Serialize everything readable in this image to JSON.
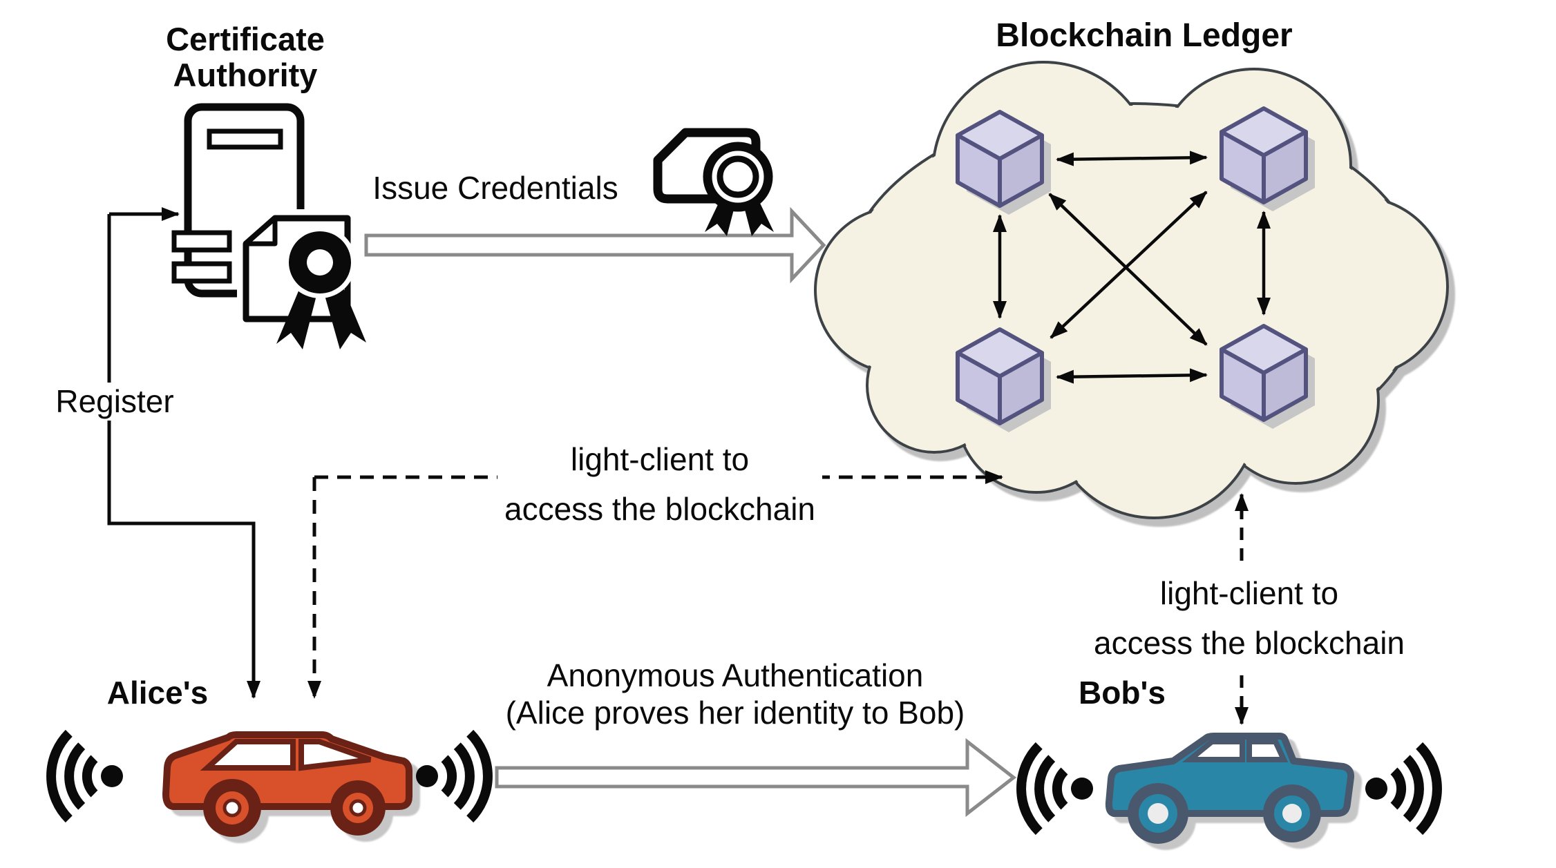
{
  "diagram": {
    "certificate_authority": {
      "title_line1": "Certificate",
      "title_line2": "Authority"
    },
    "blockchain_ledger": {
      "title": "Blockchain Ledger"
    },
    "labels": {
      "register": "Register",
      "issue_credentials": "Issue Credentials",
      "light_client_left_line1": "light-client to",
      "light_client_left_line2": "access the blockchain",
      "light_client_right_line1": "light-client to",
      "light_client_right_line2": "access the blockchain",
      "anonymous_line1": "Anonymous Authentication",
      "anonymous_line2": "(Alice proves her identity to Bob)",
      "alice": "Alice's",
      "bob": "Bob's"
    },
    "colors": {
      "background": "#ffffff",
      "line_black": "#0a0a0a",
      "cloud_fill": "#f5f2e3",
      "cloud_stroke": "#3e4347",
      "cube_top": "#d9d7ec",
      "cube_left": "#c7c5e1",
      "cube_right": "#bdbbd8",
      "cube_stroke": "#54537f",
      "big_arrow_outline": "#8a8a8a",
      "alice_car_fill": "#d9512c",
      "alice_car_stroke": "#6b2415",
      "bob_car_fill": "#2b86a6",
      "bob_car_stroke": "#49596c",
      "shadow": "#c6c6c6"
    }
  }
}
